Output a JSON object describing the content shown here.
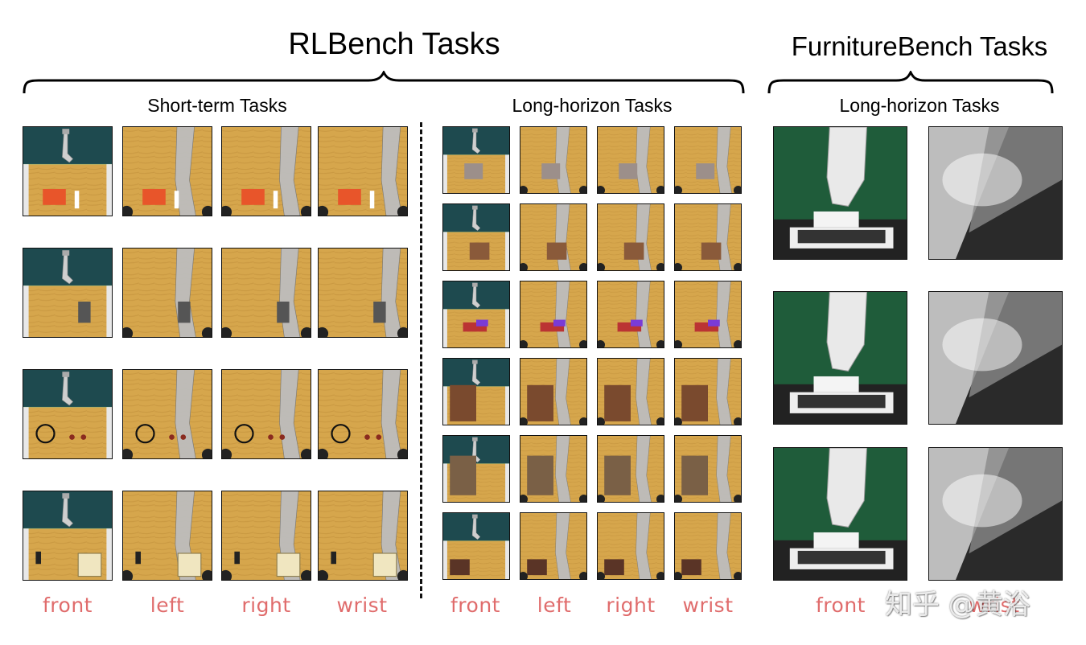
{
  "headings": {
    "rlbench": "RLBench Tasks",
    "furniturebench": "FurnitureBench Tasks"
  },
  "subheadings": {
    "short_term": "Short-term Tasks",
    "long_horizon_rl": "Long-horizon Tasks",
    "long_horizon_fb": "Long-horizon Tasks"
  },
  "view_labels": {
    "short": [
      "front",
      "left",
      "right",
      "wrist"
    ],
    "long": [
      "front",
      "left",
      "right",
      "wrist"
    ],
    "furniture": [
      "front",
      "wrist"
    ]
  },
  "watermark": "知乎 @黄浴",
  "colors": {
    "label": "#e06c6c",
    "table": "#d6a64c",
    "wall": "#1e4a4f",
    "furniture_bg": "#1f5c3a"
  }
}
